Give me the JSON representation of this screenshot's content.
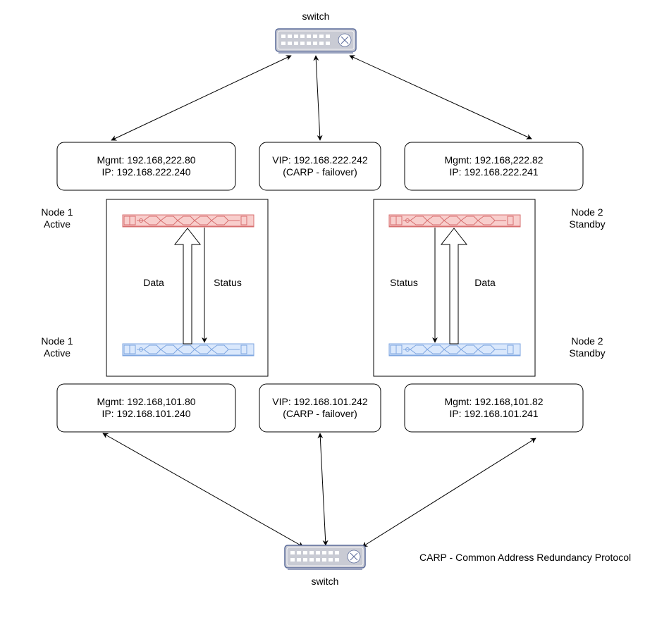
{
  "switch_top": {
    "label": "switch"
  },
  "switch_bottom": {
    "label": "switch"
  },
  "top_boxes": {
    "left": {
      "line1": "Mgmt: 192.168,222.80",
      "line2": "IP: 192.168.222.240"
    },
    "center": {
      "line1": "VIP: 192.168.222.242",
      "line2": "(CARP - failover)"
    },
    "right": {
      "line1": "Mgmt: 192.168,222.82",
      "line2": "IP: 192.168.222.241"
    }
  },
  "bottom_boxes": {
    "left": {
      "line1": "Mgmt: 192.168,101.80",
      "line2": "IP: 192.168.101.240"
    },
    "center": {
      "line1": "VIP: 192.168.101.242",
      "line2": "(CARP - failover)"
    },
    "right": {
      "line1": "Mgmt: 192.168,101.82",
      "line2": "IP: 192.168.101.241"
    }
  },
  "node1": {
    "top_label": {
      "line1": "Node 1",
      "line2": "Active"
    },
    "bottom_label": {
      "line1": "Node 1",
      "line2": "Active"
    },
    "data_label": "Data",
    "status_label": "Status"
  },
  "node2": {
    "top_label": {
      "line1": "Node 2",
      "line2": "Standby"
    },
    "bottom_label": {
      "line1": "Node 2",
      "line2": "Standby"
    },
    "data_label": "Data",
    "status_label": "Status"
  },
  "legend": {
    "text": "CARP  - Common Address Redundancy Protocol"
  },
  "colors": {
    "interface_red_fill": "#f8cecc",
    "interface_red_stroke": "#d76f6f",
    "interface_blue_fill": "#dae8fc",
    "interface_blue_stroke": "#7ea6e0",
    "switch_fill": "#c9cbd4",
    "switch_stroke": "#5a6b9a"
  }
}
